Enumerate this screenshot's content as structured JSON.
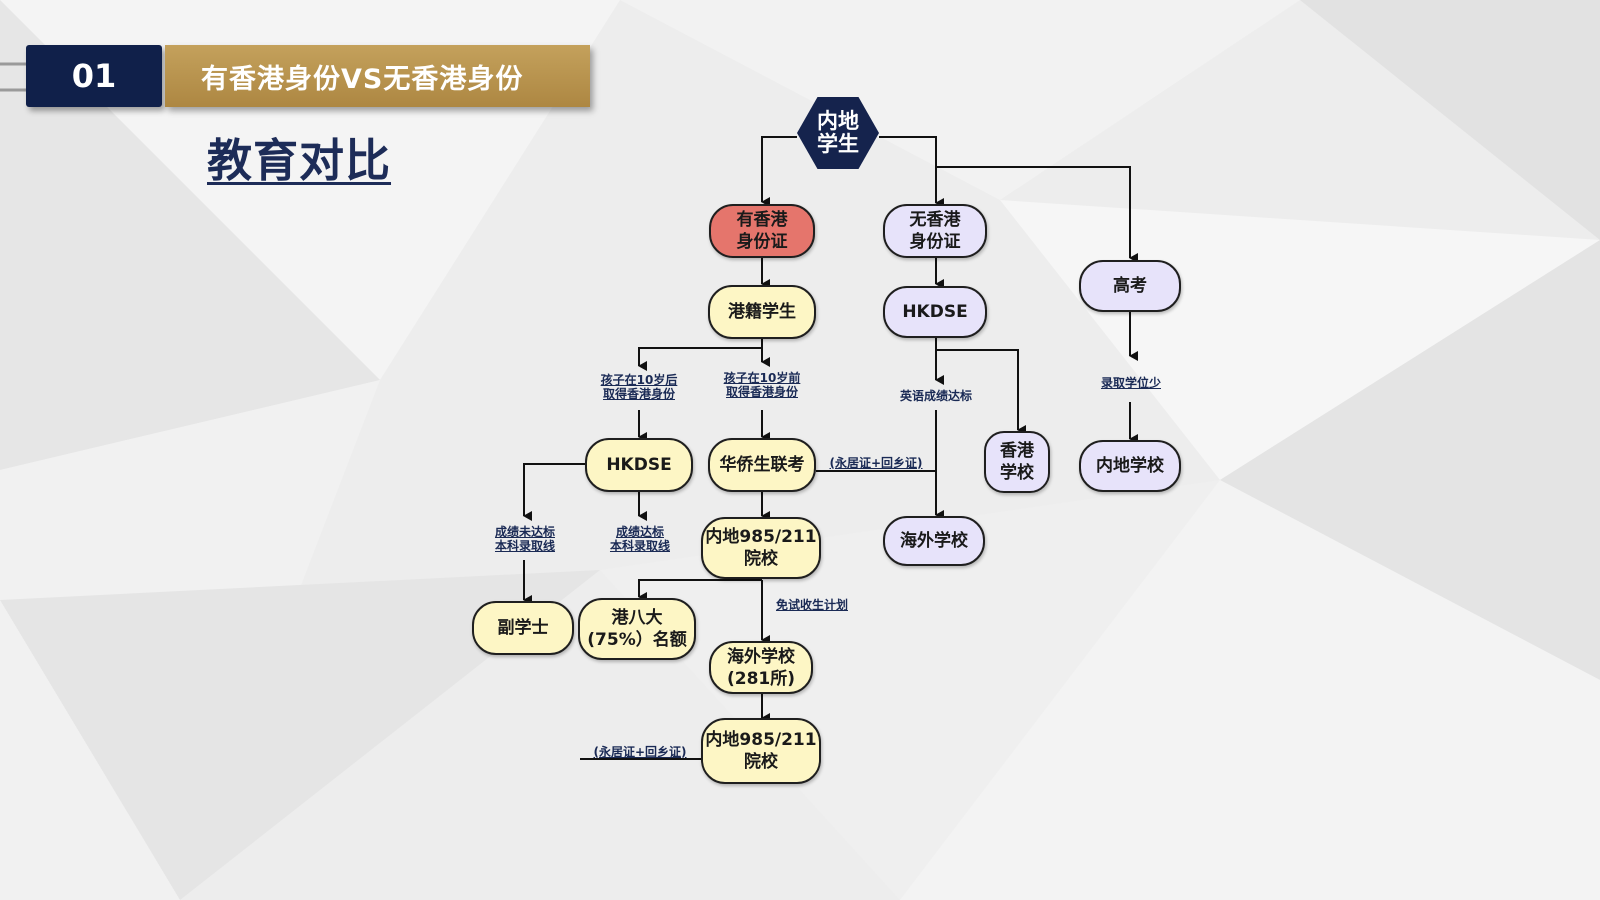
{
  "header": {
    "section_number": "01",
    "section_title": "有香港身份VS无香港身份"
  },
  "page_title": "教育对比",
  "nodes": {
    "root": "内地\n学生",
    "has_id": "有香港\n身份证",
    "no_id": "无香港\n身份证",
    "gaokao": "高考",
    "hk_student": "港籍学生",
    "hkdse_right": "HKDSE",
    "hkdse_left": "HKDSE",
    "huaqiao": "华侨生联考",
    "hk_school": "香港\n学校",
    "mainland_school": "内地学校",
    "overseas_right": "海外学校",
    "mainland_985_upper": "内地985/211\n院校",
    "associate_degree": "副学士",
    "hk8": "港八大\n(75%）名额",
    "overseas_281": "海外学校\n(281所)",
    "mainland_985_lower": "内地985/211\n院校"
  },
  "labels": {
    "after_10": "孩子在10岁后\n取得香港身份",
    "before_10": "孩子在10岁前\n取得香港身份",
    "english_ok": "英语成绩达标",
    "fewer_spots": "录取学位少",
    "permit_upper": "(永居证+回乡证)",
    "below_line": "成绩未达标\n本科录取线",
    "above_line": "成绩达标\n本科录取线",
    "exam_free": "免试收生计划",
    "permit_lower": "(永居证+回乡证)"
  },
  "colors": {
    "navy": "#10204a",
    "gold": "#b48e4a",
    "yellow_node": "#fdf6c5",
    "purple_node": "#e7e3fa",
    "red_node": "#e5756c"
  }
}
